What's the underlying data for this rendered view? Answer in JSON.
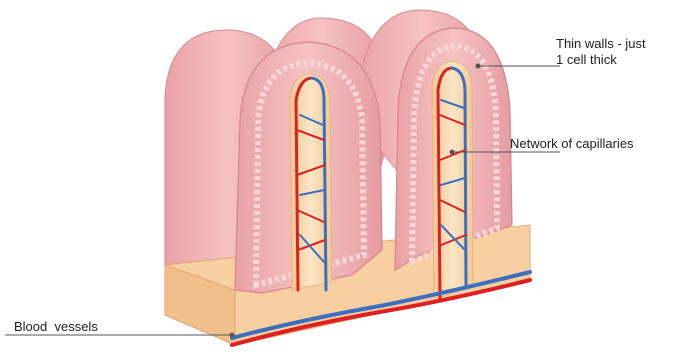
{
  "labels": {
    "thin_walls_line1": "Thin walls - just",
    "thin_walls_line2": "1 cell thick",
    "capillaries": "Network of capillaries",
    "blood_vessels": "Blood  vessels"
  },
  "colors": {
    "villus_pink": "#f2b6b6",
    "villus_dark": "#e29a9c",
    "cell_dots": "#f6cfcf",
    "core_cream": "#f9dcb4",
    "core_light": "#fbeed8",
    "artery_red": "#dd2020",
    "vein_blue": "#3d6fc0",
    "leader_line": "#555555"
  }
}
